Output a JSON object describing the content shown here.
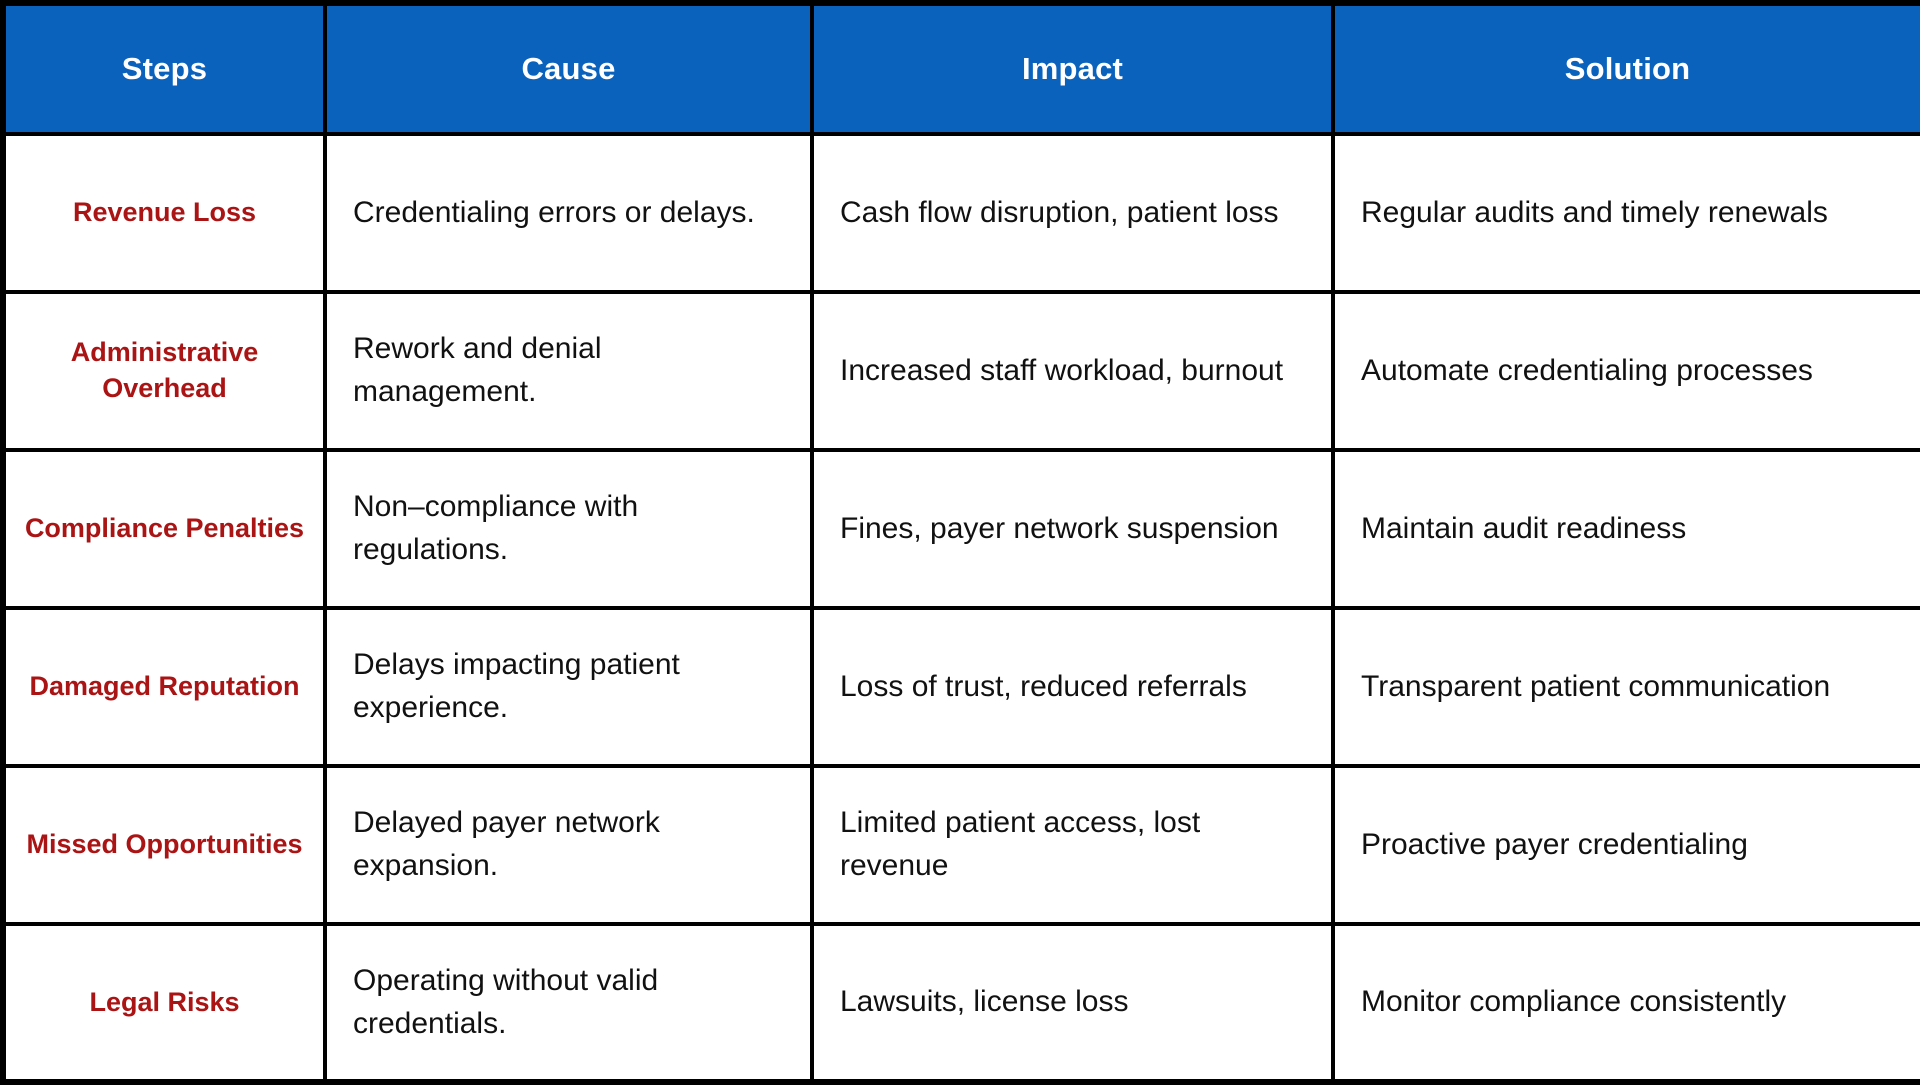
{
  "theme": {
    "header_bg": "#0A62BC",
    "header_text": "#FFFFFF",
    "step_text": "#AA1414",
    "body_text": "#111111",
    "border": "#000000",
    "cell_bg": "#FFFFFF"
  },
  "table": {
    "columns": [
      {
        "key": "steps",
        "label": "Steps"
      },
      {
        "key": "cause",
        "label": "Cause"
      },
      {
        "key": "impact",
        "label": "Impact"
      },
      {
        "key": "solution",
        "label": "Solution"
      }
    ],
    "rows": [
      {
        "steps": "Revenue Loss",
        "cause": "Credentialing errors or delays.",
        "impact": "Cash flow disruption, patient loss",
        "solution": "Regular audits and timely renewals"
      },
      {
        "steps": "Administrative Overhead",
        "cause": "Rework and denial management.",
        "impact": "Increased staff workload, burnout",
        "solution": "Automate credentialing processes"
      },
      {
        "steps": "Compliance Penalties",
        "cause": "Non–compliance with regulations.",
        "impact": "Fines, payer network suspension",
        "solution": "Maintain audit readiness"
      },
      {
        "steps": "Damaged Reputation",
        "cause": "Delays impacting patient experience.",
        "impact": "Loss of trust, reduced referrals",
        "solution": "Transparent patient communication"
      },
      {
        "steps": "Missed Opportunities",
        "cause": "Delayed payer network expansion.",
        "impact": "Limited patient access, lost revenue",
        "solution": "Proactive payer credentialing"
      },
      {
        "steps": "Legal Risks",
        "cause": "Operating without valid credentials.",
        "impact": "Lawsuits, license loss",
        "solution": "Monitor compliance consistently"
      }
    ]
  }
}
